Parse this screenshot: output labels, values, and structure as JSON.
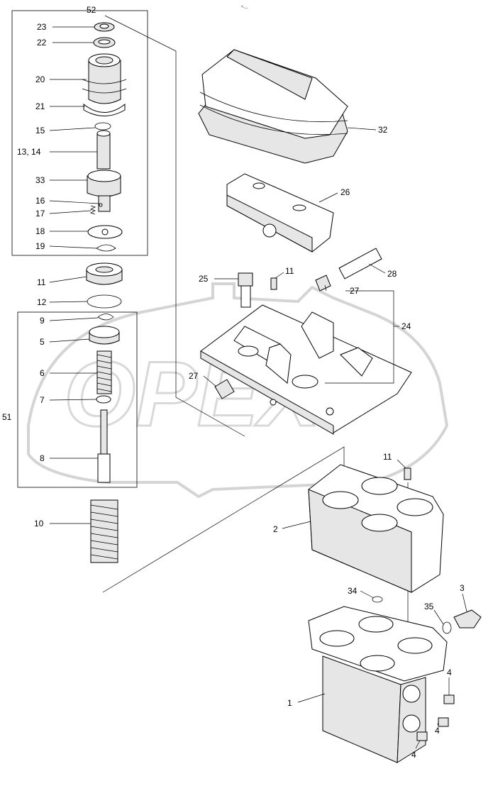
{
  "diagram": {
    "corner_mark": "*-...",
    "watermark_text": "OPEX",
    "callouts": {
      "c52": "52",
      "c23": "23",
      "c22": "22",
      "c20": "20",
      "c21": "21",
      "c15": "15",
      "c1314": "13, 14",
      "c33": "33",
      "c16": "16",
      "c17": "17",
      "c18": "18",
      "c19": "19",
      "c11a": "11",
      "c12": "12",
      "c9": "9",
      "c5": "5",
      "c6": "6",
      "c7": "7",
      "c51": "51",
      "c8": "8",
      "c10": "10",
      "c32": "32",
      "c26": "26",
      "c25": "25",
      "c11b": "11",
      "c28": "28",
      "c27a": "27",
      "c24": "24",
      "c27b": "27",
      "c11c": "11",
      "c2": "2",
      "c34": "34",
      "c3": "3",
      "c35": "35",
      "c1": "1",
      "c4a": "4",
      "c4b": "4",
      "c4c": "4"
    }
  }
}
